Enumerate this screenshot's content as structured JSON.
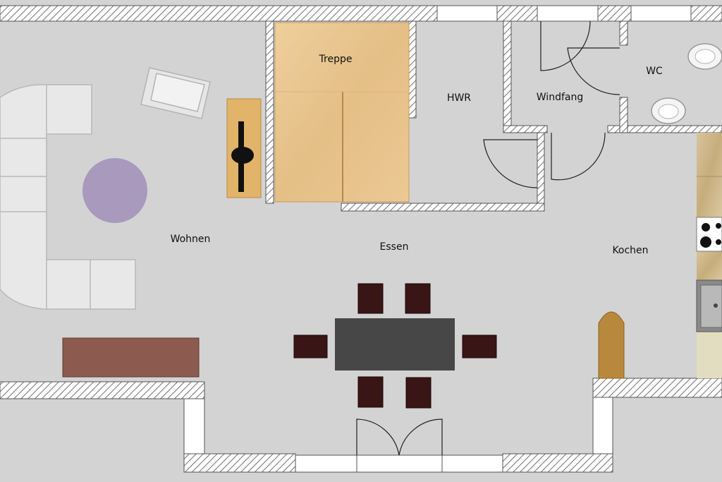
{
  "rooms": {
    "treppe": "Treppe",
    "hwr": "HWR",
    "windfang": "Windfang",
    "wc": "WC",
    "wohnen": "Wohnen",
    "essen": "Essen",
    "kochen": "Kochen"
  },
  "colors": {
    "floor": "#d3d3d3",
    "wall_hatch": "#808080",
    "window": "#ffffff",
    "stair": "#e8c48e",
    "rug": "#a999bd",
    "sideboard": "#8c5a4e",
    "table": "#474747",
    "chair": "#3a1515",
    "counter": "#c9b48a",
    "sink": "#8a8a8a"
  },
  "icons": {
    "sofa": "sectional-sofa-icon",
    "armchair": "armchair-icon",
    "tv": "tv-icon",
    "toilet": "toilet-icon",
    "basin": "wash-basin-icon",
    "stove": "stove-icon",
    "sink": "kitchen-sink-icon"
  }
}
